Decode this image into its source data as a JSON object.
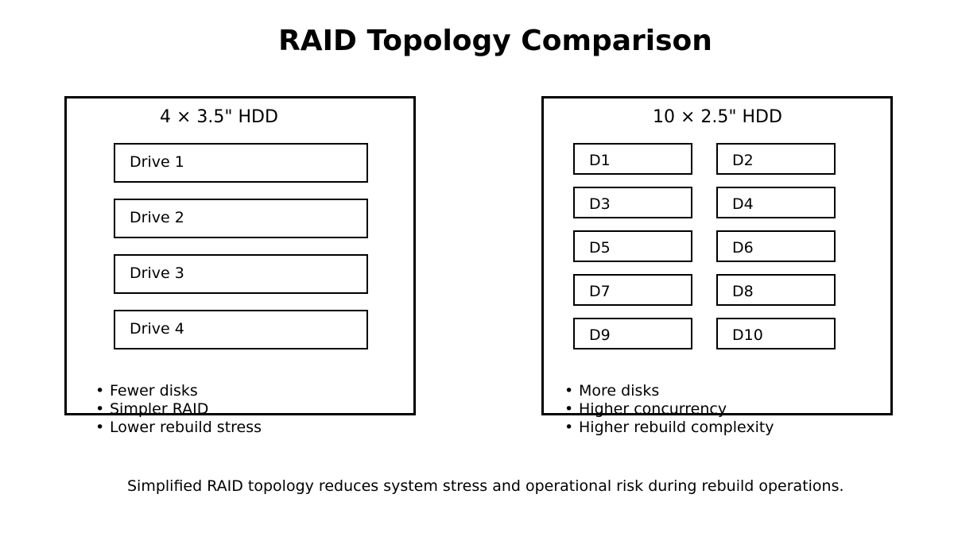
{
  "title": "RAID Topology Comparison",
  "left": {
    "heading": "4 × 3.5\" HDD",
    "drives": [
      "Drive 1",
      "Drive 2",
      "Drive 3",
      "Drive 4"
    ],
    "bullets": [
      "Fewer disks",
      "Simpler RAID",
      "Lower rebuild stress"
    ]
  },
  "right": {
    "heading": "10 × 2.5\" HDD",
    "drives": [
      "D1",
      "D2",
      "D3",
      "D4",
      "D5",
      "D6",
      "D7",
      "D8",
      "D9",
      "D10"
    ],
    "bullets": [
      "More disks",
      "Higher concurrency",
      "Higher rebuild complexity"
    ]
  },
  "bullet_symbol": "•",
  "footer": "Simplified RAID topology reduces system stress and operational risk during rebuild operations."
}
